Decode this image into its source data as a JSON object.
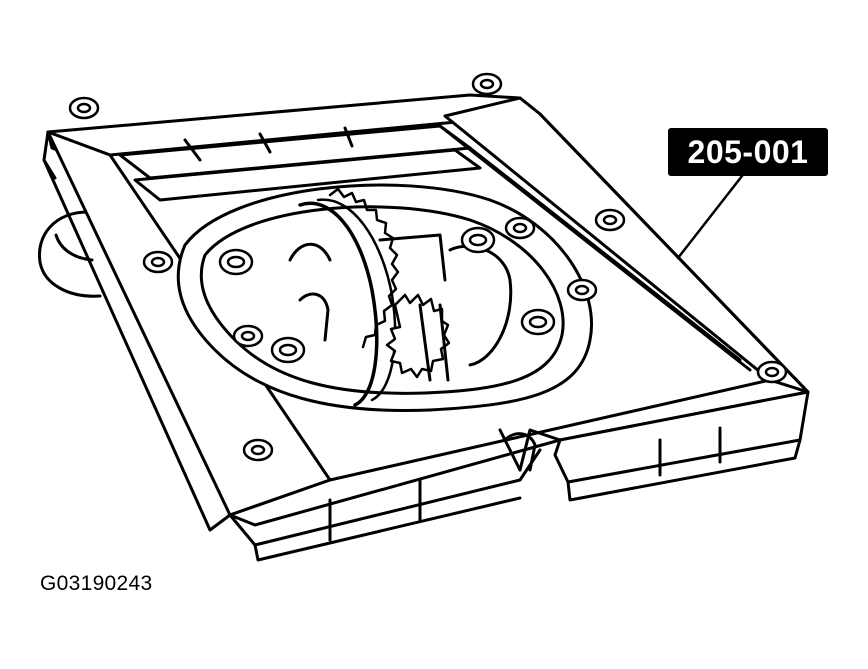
{
  "figure": {
    "callout_label": "205-001",
    "figure_id": "G03190243",
    "line_color": "#000000",
    "background": "#ffffff",
    "subject_icon": "differential-holding-fixture-illustration"
  }
}
